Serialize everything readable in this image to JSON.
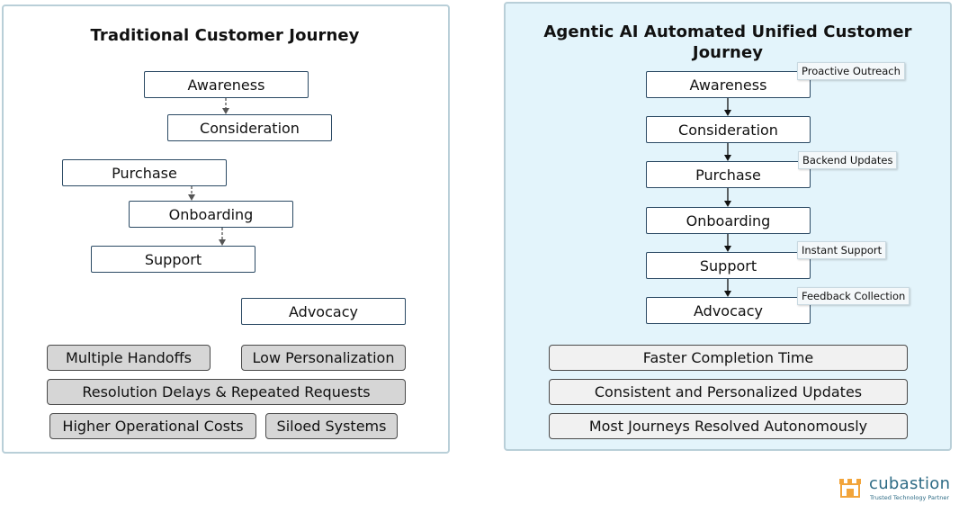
{
  "traditional": {
    "title": "Traditional Customer Journey",
    "stages": [
      "Awareness",
      "Consideration",
      "Purchase",
      "Onboarding",
      "Support",
      "Advocacy"
    ],
    "pain_points": [
      "Multiple Handoffs",
      "Low Personalization",
      "Resolution Delays & Repeated Requests",
      "Higher Operational Costs",
      "Siloed Systems"
    ]
  },
  "agentic": {
    "title": "Agentic AI Automated Unified Customer Journey",
    "stages": [
      "Awareness",
      "Consideration",
      "Purchase",
      "Onboarding",
      "Support",
      "Advocacy"
    ],
    "tags": [
      "Proactive Outreach",
      "Backend Updates",
      "Instant Support",
      "Feedback Collection"
    ],
    "benefits": [
      "Faster Completion Time",
      "Consistent and Personalized Updates",
      "Most Journeys Resolved Autonomously"
    ]
  },
  "logo": {
    "name": "cubastion",
    "tagline": "Trusted Technology Partner",
    "color": "#2d6b85",
    "icon_color": "#f2a43a"
  },
  "colors": {
    "left_panel_bg": "#ffffff",
    "right_panel_bg": "#e3f4fb",
    "panel_border": "#b9cfd8",
    "node_border": "#2b4a64",
    "pain_bg": "#d6d6d6",
    "benefit_bg": "#f1f1f1"
  }
}
